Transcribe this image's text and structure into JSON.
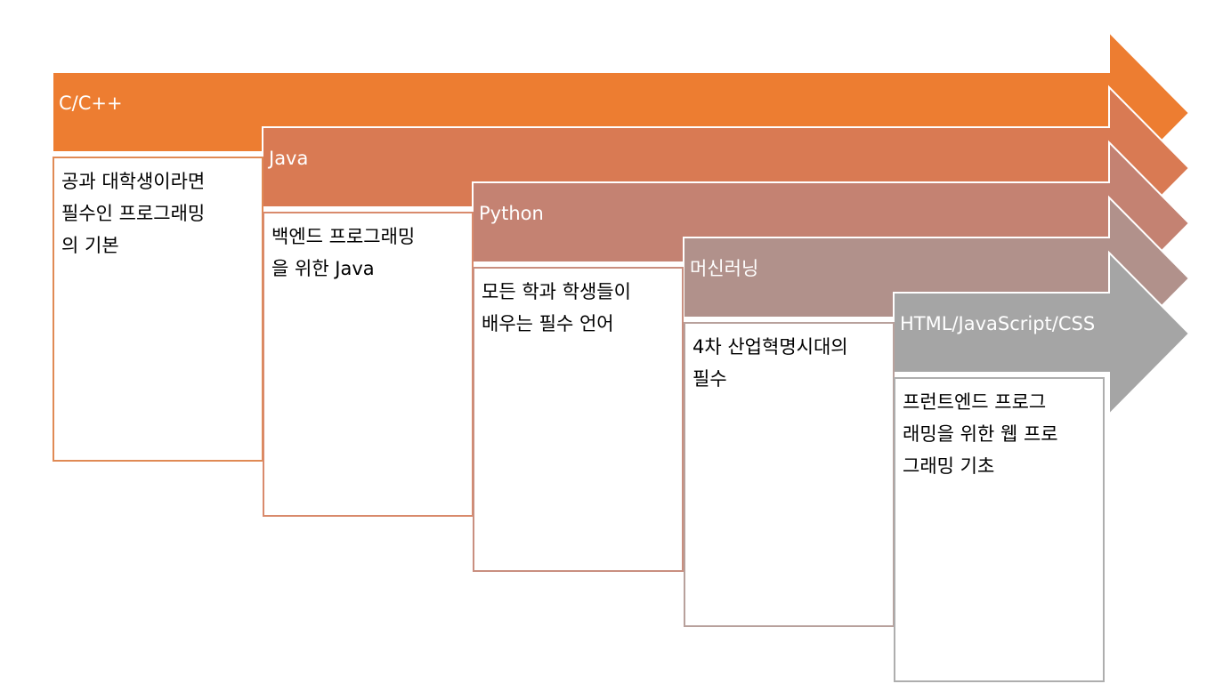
{
  "stages": [
    {
      "title": "C/C++",
      "description": "공과 대학생이라면\n필수인 프로그래밍\n의 기본",
      "color": "#ED7D31",
      "border_color": "#E08A55"
    },
    {
      "title": "Java",
      "description": "백엔드 프로그래밍\n을 위한 Java",
      "color": "#D97A53",
      "border_color": "#D98A6C"
    },
    {
      "title": "Python",
      "description": "모든 학과 학생들이\n배우는 필수 언어",
      "color": "#C48272",
      "border_color": "#C98F80"
    },
    {
      "title": "머신러닝",
      "description": "4차 산업혁명시대의\n필수",
      "color": "#B1918B",
      "border_color": "#B8A19C"
    },
    {
      "title": "HTML/JavaScript/CSS",
      "description": "프런트엔드 프로그\n래밍을 위한 웹 프로\n그래밍 기초",
      "color": "#A5A5A5",
      "border_color": "#AEAEAE"
    }
  ]
}
